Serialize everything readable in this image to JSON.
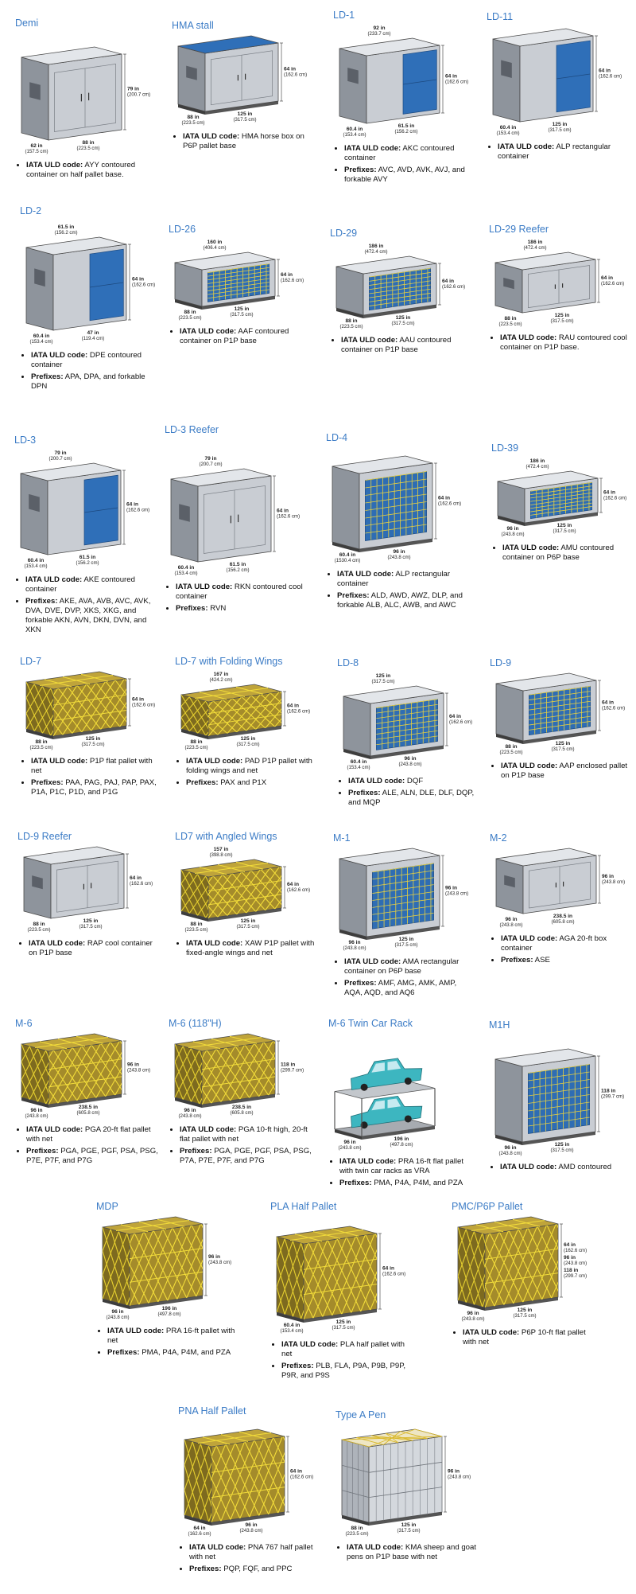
{
  "items": [
    {
      "title": "Demi",
      "icon": "container-gray-icon",
      "dims": {
        "right": [
          [
            "79 in",
            "(200.7 cm)"
          ]
        ],
        "left": [
          "62 in",
          "(157.5 cm)"
        ],
        "bottom": [
          "88 in",
          "(223.5 cm)"
        ]
      },
      "bullets": [
        {
          "label": "IATA ULD code:",
          "text": "AYY contoured container on half pallet base."
        }
      ]
    },
    {
      "title": "HMA stall",
      "icon": "horse-stall-blue-top-icon",
      "dims": {
        "right": [
          [
            "64 in",
            "(162.6 cm)"
          ]
        ],
        "left": [
          "88 in",
          "(223.5 cm)"
        ],
        "bottom": [
          "125 in",
          "(317.5 cm)"
        ]
      },
      "bullets": [
        {
          "label": "IATA ULD code:",
          "text": "HMA horse box on P6P pallet base"
        }
      ]
    },
    {
      "title": "LD-1",
      "icon": "container-blue-door-icon",
      "dims": {
        "top": [
          "92 in",
          "(233.7 cm)"
        ],
        "right": [
          [
            "64 in",
            "(162.6 cm)"
          ]
        ],
        "left": [
          "60.4 in",
          "(153.4 cm)"
        ],
        "bottom": [
          "61.5 in",
          "(156.2 cm)"
        ]
      },
      "bullets": [
        {
          "label": "IATA ULD code:",
          "text": "AKC contoured container"
        },
        {
          "label": "Prefixes:",
          "text": "AVC, AVD, AVK, AVJ, and forkable AVY"
        }
      ]
    },
    {
      "title": "LD-11",
      "icon": "container-blue-door-icon",
      "dims": {
        "right": [
          [
            "64 in",
            "(162.6 cm)"
          ]
        ],
        "left": [
          "60.4 in",
          "(153.4 cm)"
        ],
        "bottom": [
          "125 in",
          "(317.5 cm)"
        ]
      },
      "bullets": [
        {
          "label": "IATA ULD code:",
          "text": "ALP rectangular container"
        }
      ]
    },
    {
      "title": "LD-2",
      "icon": "container-blue-door-icon",
      "dims": {
        "top": [
          "61.5 in",
          "(156.2 cm)"
        ],
        "right": [
          [
            "64 in",
            "(162.6 cm)"
          ]
        ],
        "left": [
          "60.4 in",
          "(153.4 cm)"
        ],
        "bottom": [
          "47 in",
          "(119.4 cm)"
        ]
      },
      "bullets": [
        {
          "label": "IATA ULD code:",
          "text": "DPE contoured container"
        },
        {
          "label": "Prefixes:",
          "text": "APA, DPA, and forkable DPN"
        }
      ]
    },
    {
      "title": "LD-26",
      "icon": "container-blue-net-icon",
      "dims": {
        "top": [
          "160 in",
          "(406.4 cm)"
        ],
        "right": [
          [
            "64 in",
            "(162.6 cm)"
          ]
        ],
        "left": [
          "88 in",
          "(223.5 cm)"
        ],
        "bottom": [
          "125 in",
          "(317.5 cm)"
        ]
      },
      "bullets": [
        {
          "label": "IATA ULD code:",
          "text": "AAF contoured container on P1P base"
        }
      ]
    },
    {
      "title": "LD-29",
      "icon": "container-blue-net-icon",
      "dims": {
        "top": [
          "186 in",
          "(472.4 cm)"
        ],
        "right": [
          [
            "64 in",
            "(162.6 cm)"
          ]
        ],
        "left": [
          "88 in",
          "(223.5 cm)"
        ],
        "bottom": [
          "125 in",
          "(317.5 cm)"
        ]
      },
      "bullets": [
        {
          "label": "IATA ULD code:",
          "text": "AAU contoured container on P1P base"
        }
      ]
    },
    {
      "title": "LD-29 Reefer",
      "icon": "container-gray-icon",
      "dims": {
        "top": [
          "186 in",
          "(472.4 cm)"
        ],
        "right": [
          [
            "64 in",
            "(162.6 cm)"
          ]
        ],
        "left": [
          "88 in",
          "(223.5 cm)"
        ],
        "bottom": [
          "125 in",
          "(317.5 cm)"
        ]
      },
      "bullets": [
        {
          "label": "IATA ULD code:",
          "text": "RAU contoured cool container on P1P base."
        }
      ]
    },
    {
      "title": "LD-3",
      "icon": "container-blue-door-icon",
      "dims": {
        "top": [
          "79 in",
          "(200.7 cm)"
        ],
        "right": [
          [
            "64 in",
            "(162.6 cm)"
          ]
        ],
        "left": [
          "60.4 in",
          "(153.4 cm)"
        ],
        "bottom": [
          "61.5 in",
          "(156.2 cm)"
        ]
      },
      "bullets": [
        {
          "label": "IATA ULD code:",
          "text": "AKE contoured container"
        },
        {
          "label": "Prefixes:",
          "text": "AKE, AVA, AVB, AVC, AVK, DVA, DVE, DVP, XKS, XKG, and forkable AKN, AVN, DKN, DVN, and XKN"
        }
      ]
    },
    {
      "title": "LD-3 Reefer",
      "icon": "container-gray-icon",
      "dims": {
        "top": [
          "79 in",
          "(200.7 cm)"
        ],
        "right": [
          [
            "64 in",
            "(162.6 cm)"
          ]
        ],
        "left": [
          "60.4 in",
          "(153.4 cm)"
        ],
        "bottom": [
          "61.5 in",
          "(156.2 cm)"
        ]
      },
      "bullets": [
        {
          "label": "IATA ULD code:",
          "text": "RKN contoured cool container"
        },
        {
          "label": "Prefixes:",
          "text": "RVN"
        }
      ]
    },
    {
      "title": "LD-4",
      "icon": "container-blue-net-icon",
      "dims": {
        "right": [
          [
            "64 in",
            "(162.6 cm)"
          ]
        ],
        "left": [
          "60.4 in",
          "(1530.4 cm)"
        ],
        "bottom": [
          "96 in",
          "(243.8 cm)"
        ]
      },
      "bullets": [
        {
          "label": "IATA ULD code:",
          "text": "ALP rectangular container"
        },
        {
          "label": "Prefixes:",
          "text": "ALD, AWD, AWZ, DLP, and forkable ALB, ALC, AWB, and AWC"
        }
      ]
    },
    {
      "title": "LD-39",
      "icon": "container-blue-net-icon",
      "dims": {
        "top": [
          "186 in",
          "(472.4 cm)"
        ],
        "right": [
          [
            "64 in",
            "(162.6 cm)"
          ]
        ],
        "left": [
          "96 in",
          "(243.8 cm)"
        ],
        "bottom": [
          "125 in",
          "(317.5 cm)"
        ]
      },
      "bullets": [
        {
          "label": "IATA ULD code:",
          "text": "AMU contoured container on P6P base"
        }
      ]
    },
    {
      "title": "LD-7",
      "icon": "pallet-yellow-net-icon",
      "dims": {
        "right": [
          [
            "64 in",
            "(162.6 cm)"
          ]
        ],
        "left": [
          "88 in",
          "(223.5 cm)"
        ],
        "bottom": [
          "125 in",
          "(317.5 cm)"
        ]
      },
      "bullets": [
        {
          "label": "IATA ULD code:",
          "text": "P1P flat pallet with net"
        },
        {
          "label": "Prefixes:",
          "text": "PAA, PAG, PAJ, PAP, PAX, P1A, P1C, P1D, and P1G"
        }
      ]
    },
    {
      "title": "LD-7 with Folding Wings",
      "icon": "pallet-yellow-net-icon",
      "dims": {
        "top": [
          "167 in",
          "(424.2 cm)"
        ],
        "right": [
          [
            "64 in",
            "(162.6 cm)"
          ]
        ],
        "left": [
          "88 in",
          "(223.5 cm)"
        ],
        "bottom": [
          "125 in",
          "(317.5 cm)"
        ]
      },
      "bullets": [
        {
          "label": "IATA ULD code:",
          "text": "PAD P1P pallet with folding wings and net"
        },
        {
          "label": "Prefixes:",
          "text": "PAX and P1X"
        }
      ]
    },
    {
      "title": "LD-8",
      "icon": "container-blue-net-icon",
      "dims": {
        "top": [
          "125 in",
          "(317.5 cm)"
        ],
        "right": [
          [
            "64 in",
            "(162.6 cm)"
          ]
        ],
        "left": [
          "60.4 in",
          "(153.4 cm)"
        ],
        "bottom": [
          "96 in",
          "(243.8 cm)"
        ]
      },
      "bullets": [
        {
          "label": "IATA ULD code:",
          "text": "DQF"
        },
        {
          "label": "Prefixes:",
          "text": "ALE, ALN, DLE, DLF, DQP, and MQP"
        }
      ]
    },
    {
      "title": "LD-9",
      "icon": "container-blue-net-icon",
      "dims": {
        "right": [
          [
            "64 in",
            "(162.6 cm)"
          ]
        ],
        "left": [
          "88 in",
          "(223.5 cm)"
        ],
        "bottom": [
          "125 in",
          "(317.5 cm)"
        ]
      },
      "bullets": [
        {
          "label": "IATA ULD code:",
          "text": "AAP enclosed pallet on P1P base"
        }
      ]
    },
    {
      "title": "LD-9 Reefer",
      "icon": "container-gray-icon",
      "dims": {
        "right": [
          [
            "64 in",
            "(162.6 cm)"
          ]
        ],
        "left": [
          "88 in",
          "(223.5 cm)"
        ],
        "bottom": [
          "125 in",
          "(317.5 cm)"
        ]
      },
      "bullets": [
        {
          "label": "IATA ULD code:",
          "text": "RAP cool container on P1P base"
        }
      ]
    },
    {
      "title": "LD7 with Angled Wings",
      "icon": "pallet-yellow-net-icon",
      "dims": {
        "top": [
          "157 in",
          "(398.8 cm)"
        ],
        "right": [
          [
            "64 in",
            "(162.6 cm)"
          ]
        ],
        "left": [
          "88 in",
          "(223.5 cm)"
        ],
        "bottom": [
          "125 in",
          "(317.5 cm)"
        ]
      },
      "bullets": [
        {
          "label": "IATA ULD code:",
          "text": "XAW P1P pallet with fixed-angle wings and net"
        }
      ]
    },
    {
      "title": "M-1",
      "icon": "container-blue-net-icon",
      "dims": {
        "right": [
          [
            "96 in",
            "(243.8 cm)"
          ]
        ],
        "left": [
          "96 in",
          "(243.8 cm)"
        ],
        "bottom": [
          "125 in",
          "(317.5 cm)"
        ]
      },
      "bullets": [
        {
          "label": "IATA ULD code:",
          "text": "AMA rectangular container on P6P base"
        },
        {
          "label": "Prefixes:",
          "text": "AMF, AMG, AMK, AMP, AQA, AQD, and AQ6"
        }
      ]
    },
    {
      "title": "M-2",
      "icon": "container-gray-icon",
      "dims": {
        "right": [
          [
            "96 in",
            "(243.8 cm)"
          ]
        ],
        "left": [
          "96 in",
          "(243.8 cm)"
        ],
        "bottom": [
          "238.5 in",
          "(605.8 cm)"
        ]
      },
      "bullets": [
        {
          "label": "IATA ULD code:",
          "text": "AGA 20-ft box container"
        },
        {
          "label": "Prefixes:",
          "text": "ASE"
        }
      ]
    },
    {
      "title": "M-6",
      "icon": "pallet-yellow-net-icon",
      "dims": {
        "right": [
          [
            "96 in",
            "(243.8 cm)"
          ]
        ],
        "left": [
          "96 in",
          "(243.8 cm)"
        ],
        "bottom": [
          "238.5 in",
          "(605.8 cm)"
        ]
      },
      "bullets": [
        {
          "label": "IATA ULD code:",
          "text": "PGA 20-ft flat pallet with net"
        },
        {
          "label": "Prefixes:",
          "text": "PGA, PGE, PGF, PSA, PSG, P7E, P7F, and P7G"
        }
      ]
    },
    {
      "title": "M-6 (118\"H)",
      "icon": "pallet-yellow-net-icon",
      "dims": {
        "right": [
          [
            "118 in",
            "(299.7 cm)"
          ]
        ],
        "left": [
          "96 in",
          "(243.8 cm)"
        ],
        "bottom": [
          "238.5 in",
          "(605.8 cm)"
        ]
      },
      "bullets": [
        {
          "label": "IATA ULD code:",
          "text": "PGA 10-ft high, 20-ft flat pallet with net"
        },
        {
          "label": "Prefixes:",
          "text": "PGA, PGE, PGF, PSA, PSG, P7A, P7E, P7F, and P7G"
        }
      ]
    },
    {
      "title": "M-6 Twin Car Rack",
      "icon": "twin-car-rack-icon",
      "dims": {
        "left": [
          "96 in",
          "(243.8 cm)"
        ],
        "bottom": [
          "196 in",
          "(497.8 cm)"
        ]
      },
      "bullets": [
        {
          "label": "IATA ULD code:",
          "text": "PRA 16-ft flat pallet with twin car racks as VRA"
        },
        {
          "label": "Prefixes:",
          "text": "PMA, P4A, P4M, and PZA"
        }
      ]
    },
    {
      "title": "M1H",
      "icon": "container-blue-net-icon",
      "dims": {
        "right": [
          [
            "118 in",
            "(299.7 cm)"
          ]
        ],
        "left": [
          "96 in",
          "(243.8 cm)"
        ],
        "bottom": [
          "125 in",
          "(317.5 cm)"
        ]
      },
      "bullets": [
        {
          "label": "IATA ULD code:",
          "text": "AMD contoured"
        }
      ]
    },
    {
      "title": "MDP",
      "icon": "pallet-yellow-net-icon",
      "dims": {
        "right": [
          [
            "96 in",
            "(243.8 cm)"
          ]
        ],
        "left": [
          "96 in",
          "(243.8 cm)"
        ],
        "bottom": [
          "196 in",
          "(497.8 cm)"
        ]
      },
      "bullets": [
        {
          "label": "IATA ULD code:",
          "text": "PRA 16-ft pallet with net"
        },
        {
          "label": "Prefixes:",
          "text": "PMA, P4A, P4M, and PZA"
        }
      ]
    },
    {
      "title": "PLA Half Pallet",
      "icon": "pallet-yellow-net-icon",
      "dims": {
        "right": [
          [
            "64 in",
            "(162.6 cm)"
          ]
        ],
        "left": [
          "60.4 in",
          "(153.4 cm)"
        ],
        "bottom": [
          "125 in",
          "(317.5 cm)"
        ]
      },
      "bullets": [
        {
          "label": "IATA ULD code:",
          "text": "PLA half pallet with net"
        },
        {
          "label": "Prefixes:",
          "text": "PLB, FLA, P9A, P9B, P9P, P9R, and P9S"
        }
      ]
    },
    {
      "title": "PMC/P6P Pallet",
      "icon": "pallet-yellow-net-icon",
      "dims": {
        "right": [
          [
            "64 in",
            "(162.6 cm)"
          ],
          [
            "96 in",
            "(243.8 cm)"
          ],
          [
            "118 in",
            "(299.7 cm)"
          ]
        ],
        "left": [
          "96 in",
          "(243.8 cm)"
        ],
        "bottom": [
          "125 in",
          "(317.5 cm)"
        ]
      },
      "bullets": [
        {
          "label": "IATA ULD code:",
          "text": "P6P 10-ft flat pallet with net"
        }
      ]
    },
    {
      "title": "PNA Half Pallet",
      "icon": "pallet-yellow-net-icon",
      "dims": {
        "right": [
          [
            "64 in",
            "(162.6 cm)"
          ]
        ],
        "left": [
          "64 in",
          "(162.6 cm)"
        ],
        "bottom": [
          "96 in",
          "(243.8 cm)"
        ]
      },
      "bullets": [
        {
          "label": "IATA ULD code:",
          "text": "PNA 767 half pallet with net"
        },
        {
          "label": "Prefixes:",
          "text": "PQP, FQF, and PPC"
        }
      ]
    },
    {
      "title": "Type A Pen",
      "icon": "animal-pen-icon",
      "dims": {
        "right": [
          [
            "96 in",
            "(243.8 cm)"
          ]
        ],
        "left": [
          "88 in",
          "(223.5 cm)"
        ],
        "bottom": [
          "125 in",
          "(317.5 cm)"
        ]
      },
      "bullets": [
        {
          "label": "IATA ULD code:",
          "text": "KMA sheep and goat pens on P1P base with net"
        }
      ]
    }
  ]
}
